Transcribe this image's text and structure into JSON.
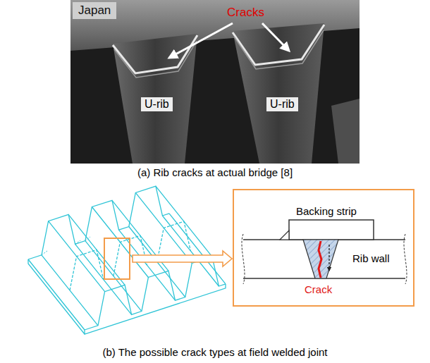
{
  "diagram": {
    "nodes": [
      {
        "text": [
          "Japan"
        ]
      },
      {
        "text": [
          "U-rib"
        ]
      },
      {
        "text": [
          "U-rib"
        ]
      },
      {
        "text": [
          "Backing strip",
          "Rib wall",
          "Crack"
        ]
      }
    ],
    "labels": [
      "Cracks",
      "(a) Rib cracks at actual bridge [8]",
      "(b) The possible crack types at field welded joint"
    ]
  }
}
